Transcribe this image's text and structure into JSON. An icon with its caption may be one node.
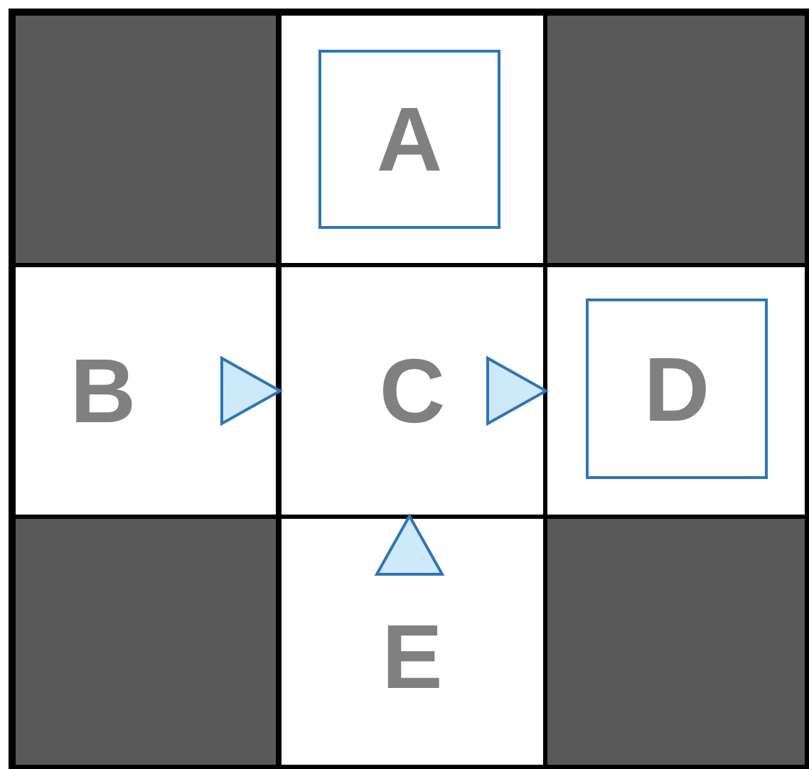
{
  "diagram": {
    "nodes": [
      {
        "text": [],
        "shape": "box"
      },
      {
        "text": [],
        "shape": "box"
      },
      {
        "text": [
          "A"
        ],
        "in": 1
      },
      {
        "text": [],
        "shape": "box"
      },
      {
        "text": [
          "B"
        ]
      },
      {
        "text": [
          "C"
        ]
      },
      {
        "text": [],
        "shape": "box"
      },
      {
        "text": [
          "D"
        ],
        "in": 6
      },
      {
        "text": [],
        "shape": "box"
      },
      {
        "text": [
          "E"
        ]
      },
      {
        "text": [],
        "shape": "box"
      }
    ],
    "edges": [
      {
        "from": 4,
        "to": 5,
        "arrow": "to"
      },
      {
        "from": 5,
        "to": 6,
        "arrow": "to"
      },
      {
        "from": 9,
        "to": 5,
        "arrow": "to"
      }
    ]
  }
}
